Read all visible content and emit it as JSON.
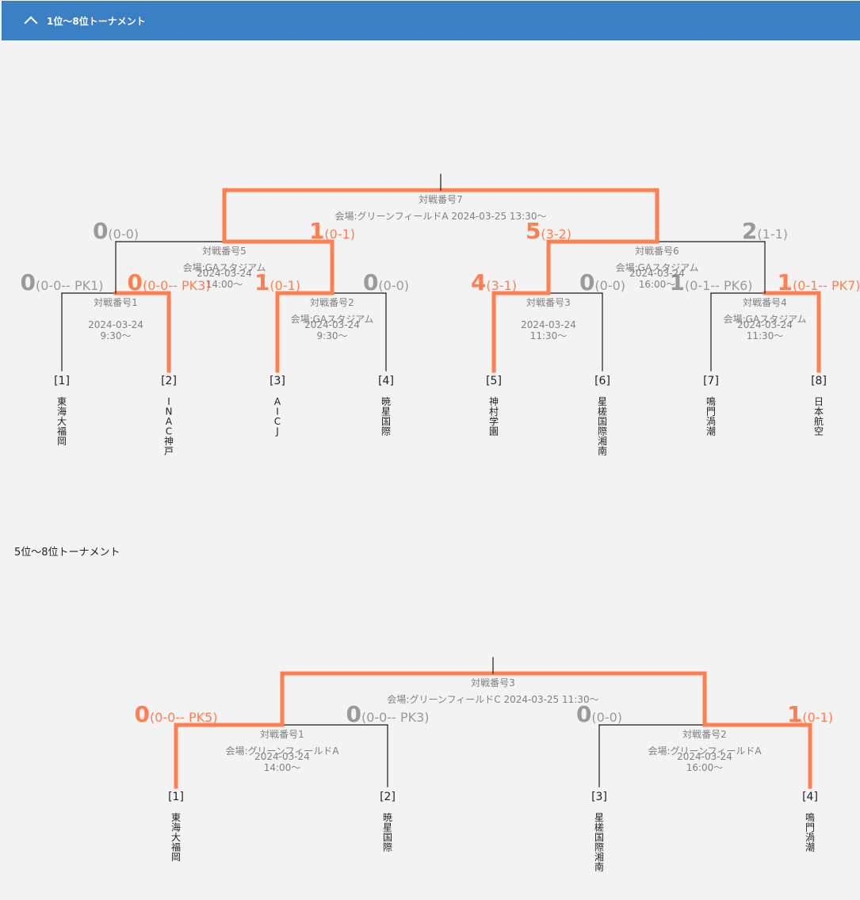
{
  "colors": {
    "header": "#3b7fc4",
    "winner": "#ff7f50",
    "loser": "#9a9a9a",
    "line": "#1a1a1a",
    "info": "#808080"
  },
  "header": {
    "icon": "chevron-up-icon",
    "title": "1位〜8位トーナメント"
  },
  "section2": {
    "title": "5位〜8位トーナメント"
  },
  "brackets": [
    {
      "id": "main",
      "teams": [
        {
          "seed": "[1]",
          "name": "東海大福岡"
        },
        {
          "seed": "[2]",
          "name": "INAC神戸"
        },
        {
          "seed": "[3]",
          "name": "AICJ"
        },
        {
          "seed": "[4]",
          "name": "暁星国際"
        },
        {
          "seed": "[5]",
          "name": "神村学園"
        },
        {
          "seed": "[6]",
          "name": "星槎国際湘南"
        },
        {
          "seed": "[7]",
          "name": "鳴門渦潮"
        },
        {
          "seed": "[8]",
          "name": "日本航空"
        }
      ],
      "matches": [
        {
          "label": "対戦番号1",
          "l1": "",
          "l2": "2024-03-24",
          "l3": "9:30〜",
          "left": {
            "score": "0",
            "detail": "(0-0-- PK1)",
            "win": false
          },
          "right": {
            "score": "0",
            "detail": "(0-0-- PK3)",
            "win": true
          }
        },
        {
          "label": "対戦番号2",
          "l1": "会場:GAスタジアム",
          "l2": "2024-03-24",
          "l3": "9:30〜",
          "left": {
            "score": "1",
            "detail": "(0-1)",
            "win": true
          },
          "right": {
            "score": "0",
            "detail": "(0-0)",
            "win": false
          }
        },
        {
          "label": "対戦番号3",
          "l1": "",
          "l2": "2024-03-24",
          "l3": "11:30〜",
          "left": {
            "score": "4",
            "detail": "(3-1)",
            "win": true
          },
          "right": {
            "score": "0",
            "detail": "(0-0)",
            "win": false
          }
        },
        {
          "label": "対戦番号4",
          "l1": "会場:GAスタジアム",
          "l2": "2024-03-24",
          "l3": "11:30〜",
          "left": {
            "score": "1",
            "detail": "(0-1-- PK6)",
            "win": false
          },
          "right": {
            "score": "1",
            "detail": "(0-1-- PK7)",
            "win": true
          }
        },
        {
          "label": "対戦番号5",
          "l1": "会場:GAスタジアム",
          "l2": "2024-03-24",
          "l3": "14:00〜",
          "left": {
            "score": "0",
            "detail": "(0-0)",
            "win": false
          },
          "right": {
            "score": "1",
            "detail": "(0-1)",
            "win": true
          }
        },
        {
          "label": "対戦番号6",
          "l1": "会場:GAスタジアム",
          "l2": "2024-03-24",
          "l3": "16:00〜",
          "left": {
            "score": "5",
            "detail": "(3-2)",
            "win": true
          },
          "right": {
            "score": "2",
            "detail": "(1-1)",
            "win": false
          }
        },
        {
          "label": "対戦番号7",
          "l1": "会場:グリーンフィールドA 2024-03-25 13:30〜",
          "l2": "",
          "l3": "",
          "left": {
            "score": "",
            "detail": "",
            "win": true
          },
          "right": {
            "score": "",
            "detail": "",
            "win": true
          }
        }
      ]
    },
    {
      "id": "sub",
      "teams": [
        {
          "seed": "[1]",
          "name": "東海大福岡"
        },
        {
          "seed": "[2]",
          "name": "暁星国際"
        },
        {
          "seed": "[3]",
          "name": "星槎国際湘南"
        },
        {
          "seed": "[4]",
          "name": "鳴門渦潮"
        }
      ],
      "matches": [
        {
          "label": "対戦番号1",
          "l1": "会場:グリーンフィールドA",
          "l2": "2024-03-24",
          "l3": "14:00〜",
          "left": {
            "score": "0",
            "detail": "(0-0-- PK5)",
            "win": true
          },
          "right": {
            "score": "0",
            "detail": "(0-0-- PK3)",
            "win": false
          }
        },
        {
          "label": "対戦番号2",
          "l1": "会場:グリーンフィールドA",
          "l2": "2024-03-24",
          "l3": "16:00〜",
          "left": {
            "score": "0",
            "detail": "(0-0)",
            "win": false
          },
          "right": {
            "score": "1",
            "detail": "(0-1)",
            "win": true
          }
        },
        {
          "label": "対戦番号3",
          "l1": "会場:グリーンフィールドC 2024-03-25 11:30〜",
          "l2": "",
          "l3": "",
          "left": {
            "score": "",
            "detail": "",
            "win": true
          },
          "right": {
            "score": "",
            "detail": "",
            "win": true
          }
        }
      ]
    }
  ]
}
